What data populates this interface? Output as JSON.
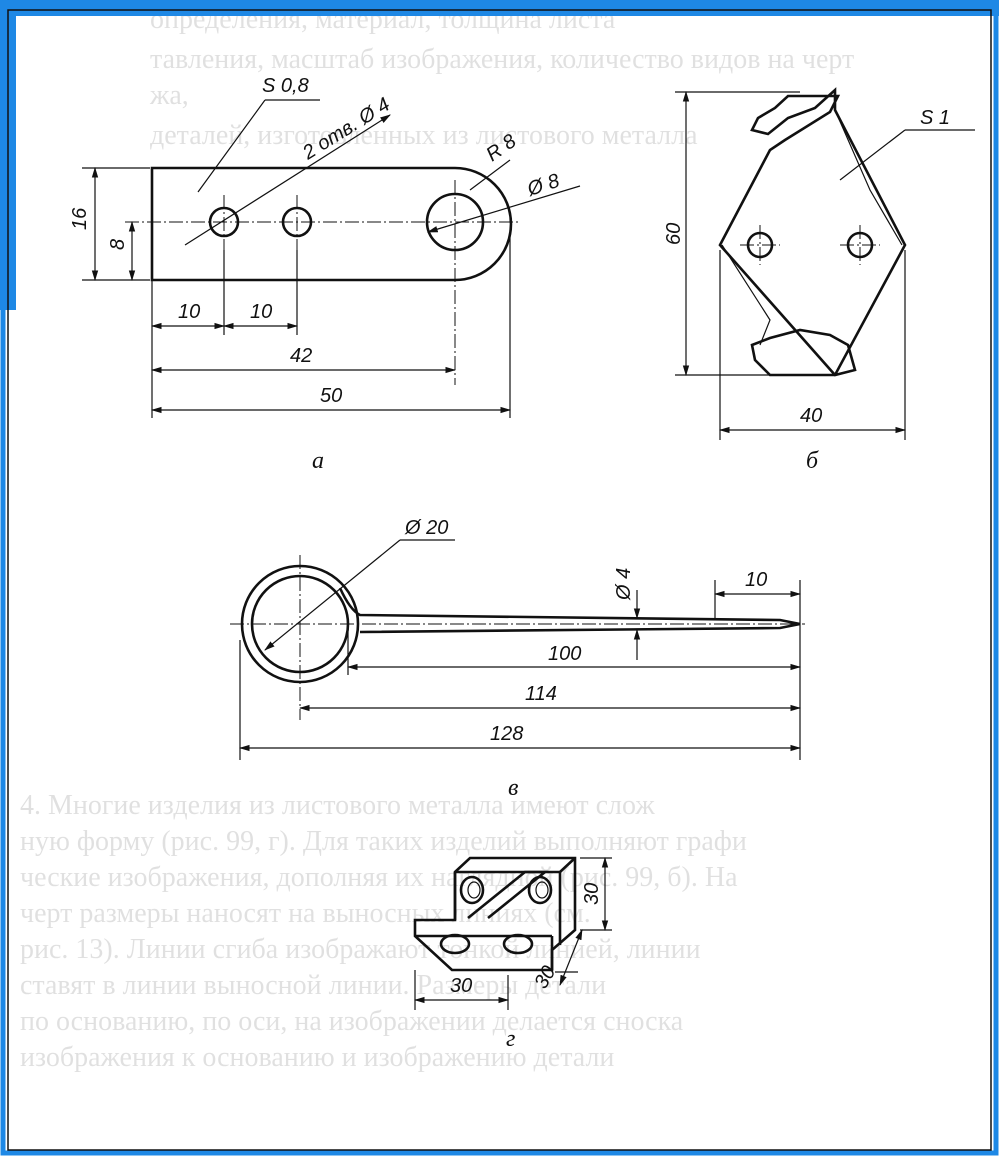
{
  "background_text": {
    "top_lines": [
      "определения, материал, толщина листа",
      "тавления, масштаб изображения, количество видов на черт",
      "жа,",
      "деталей, изготовленных из листового металла"
    ],
    "middle_lines": [],
    "bottom_lines": [
      "4. Многие изделия из листового металла имеют слож",
      "ную форму (рис. 99, г). Для таких изделий выполняют графи",
      "ческие изображения, дополняя их наглядной (рис. 99, б). На",
      "черт размеры наносят на выносных линиях (см.",
      "рис. 13). Линии сгиба изображают тонкой линией, линии",
      "ставят в линии выносной линии. Размеры детали",
      "по основанию, по оси, на изображении делается сноска",
      "изображения к основанию и изображению детали"
    ]
  },
  "drawing_a": {
    "label_thickness": "S 0,8",
    "label_holes": "2 отв. Ø 4",
    "label_radius": "R 8",
    "label_big_hole": "Ø 8",
    "dim_height": "16",
    "dim_half": "8",
    "dim_10a": "10",
    "dim_10b": "10",
    "dim_42": "42",
    "dim_50": "50",
    "caption": "а"
  },
  "drawing_b": {
    "label_thickness": "S 1",
    "dim_height": "60",
    "dim_width": "40",
    "caption": "б"
  },
  "drawing_v": {
    "label_ring": "Ø 20",
    "label_wire": "Ø 4",
    "dim_tip": "10",
    "dim_100": "100",
    "dim_114": "114",
    "dim_128": "128",
    "caption": "в"
  },
  "drawing_g": {
    "dim_height": "30",
    "dim_depth": "30",
    "dim_width": "30",
    "caption": "г"
  }
}
